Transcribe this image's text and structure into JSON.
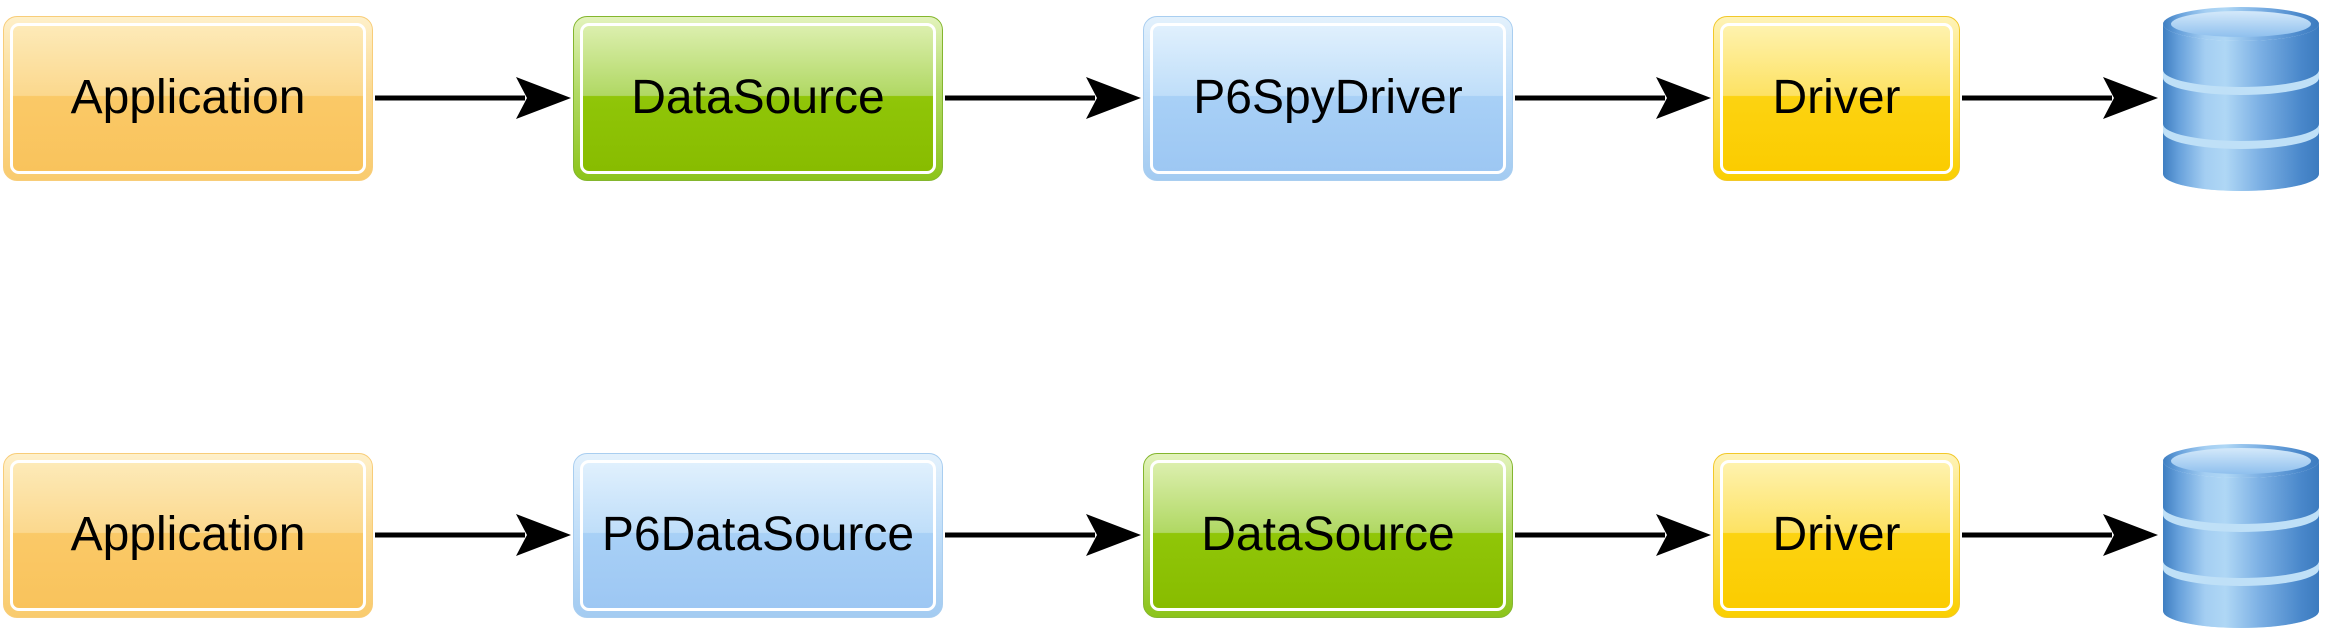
{
  "diagram": {
    "rows": [
      {
        "name": "row-1",
        "nodes": [
          {
            "type": "box",
            "label": "Application",
            "color": "#F9C35C"
          },
          {
            "type": "box",
            "label": "DataSource",
            "color": "#88BC00"
          },
          {
            "type": "box",
            "label": "P6SpyDriver",
            "color": "#9DC7F3"
          },
          {
            "type": "box",
            "label": "Driver",
            "color": "#FBCC00"
          },
          {
            "type": "database-icon",
            "color": "#6FA7DF"
          }
        ]
      },
      {
        "name": "row-2",
        "nodes": [
          {
            "type": "box",
            "label": "Application",
            "color": "#F9C35C"
          },
          {
            "type": "box",
            "label": "P6DataSource",
            "color": "#9DC7F3"
          },
          {
            "type": "box",
            "label": "DataSource",
            "color": "#88BC00"
          },
          {
            "type": "box",
            "label": "Driver",
            "color": "#FBCC00"
          },
          {
            "type": "database-icon",
            "color": "#6FA7DF"
          }
        ]
      }
    ],
    "palette": {
      "orange_box": "#F9C35C",
      "green_box": "#88BC00",
      "blue_box": "#9DC7F3",
      "yellow_box": "#FBCC00",
      "database_blue": "#6FA7DF",
      "arrow": "#000000",
      "background": "#FFFFFF",
      "text": "#000000"
    }
  }
}
